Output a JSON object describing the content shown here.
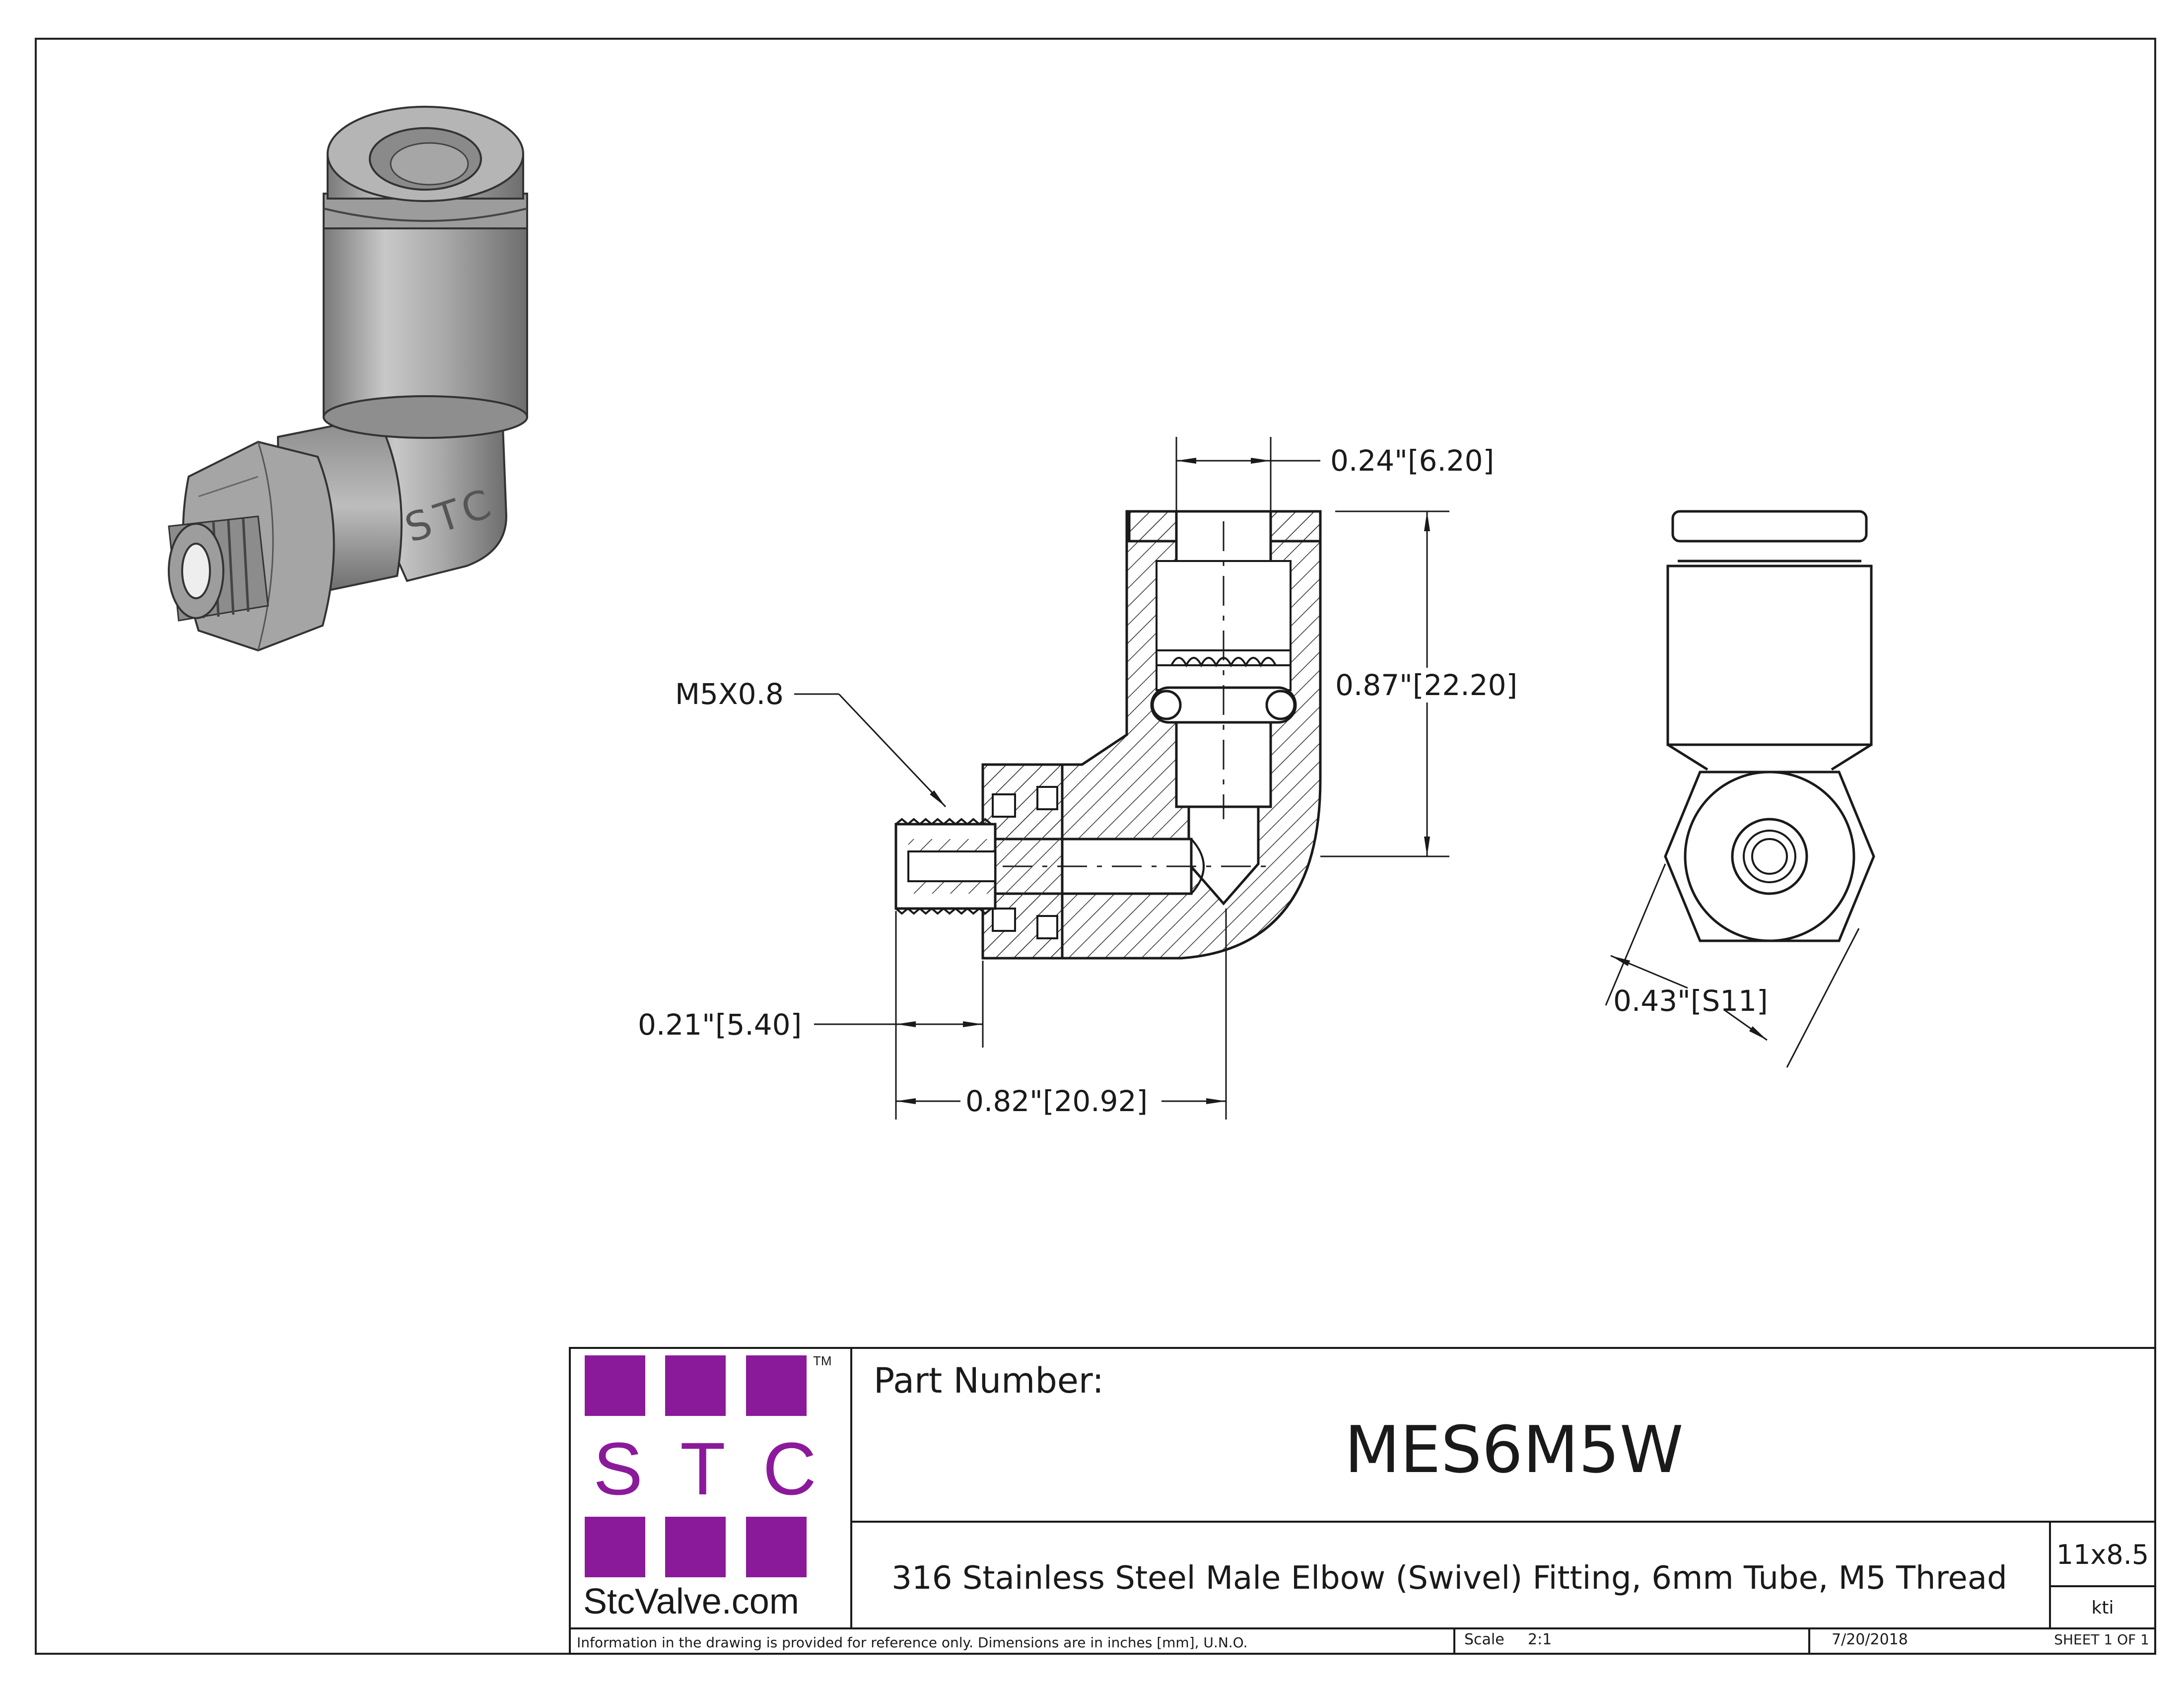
{
  "drawing": {
    "callouts": {
      "bore_diameter": "0.24\"[6.20]",
      "height": "0.87\"[22.20]",
      "thread": "M5X0.8",
      "thread_length": "0.21\"[5.40]",
      "length": "0.82\"[20.92]",
      "hex_size": "0.43\"[S11]"
    },
    "body_marking": "STC"
  },
  "title_block": {
    "logo": {
      "letters": "S T C",
      "tm": "TM",
      "website": "StcValve.com",
      "color": "#8b1a9b"
    },
    "part_number_label": "Part Number:",
    "part_number": "MES6M5W",
    "description": "316 Stainless Steel Male Elbow (Swivel) Fitting, 6mm Tube, M5 Thread",
    "size": "11x8.5",
    "initials": "kti",
    "note": "Information in the drawing is provided for reference only. Dimensions are in inches [mm], U.N.O.",
    "scale_label": "Scale",
    "scale": "2:1",
    "date": "7/20/2018",
    "sheet": "SHEET 1 OF 1"
  }
}
